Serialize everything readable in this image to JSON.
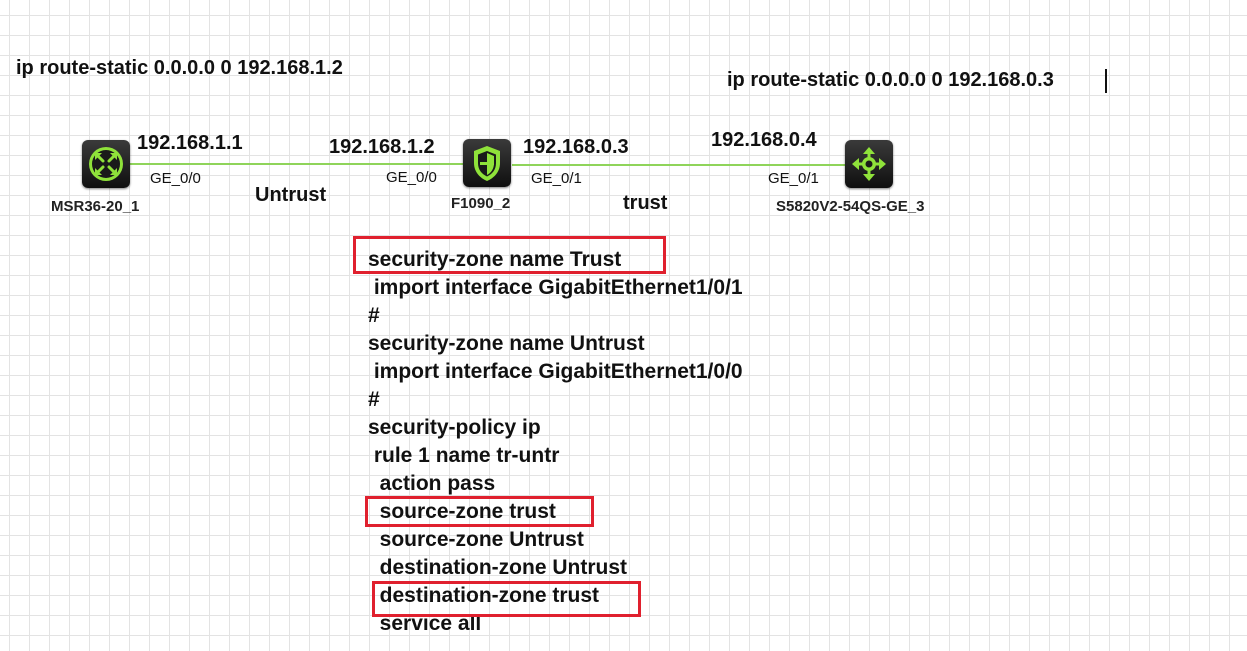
{
  "routes": {
    "left": "ip route-static 0.0.0.0 0 192.168.1.2",
    "right": "ip route-static 0.0.0.0 0 192.168.0.3"
  },
  "colors": {
    "link": "#8fd45a",
    "icon_accent": "#8fe23a",
    "highlight": "#e0202e"
  },
  "devices": {
    "router": {
      "name": "MSR36-20_1",
      "icon": "router-icon",
      "ip": "192.168.1.1",
      "port": "GE_0/0"
    },
    "firewall": {
      "name": "F1090_2",
      "icon": "firewall-shield-icon",
      "ip_left": "192.168.1.2",
      "port_left": "GE_0/0",
      "ip_right": "192.168.0.3",
      "port_right": "GE_0/1"
    },
    "switch": {
      "name": "S5820V2-54QS-GE_3",
      "icon": "layer3-switch-icon",
      "ip": "192.168.0.4",
      "port": "GE_0/1"
    }
  },
  "zones": {
    "left": "Untrust",
    "right": "trust"
  },
  "config_lines": [
    "security-zone name Trust",
    " import interface GigabitEthernet1/0/1",
    "#",
    "security-zone name Untrust",
    " import interface GigabitEthernet1/0/0",
    "#",
    "security-policy ip",
    " rule 1 name tr-untr",
    "  action pass",
    "  source-zone trust",
    "  source-zone Untrust",
    "  destination-zone Untrust",
    "  destination-zone trust",
    "  service all"
  ]
}
